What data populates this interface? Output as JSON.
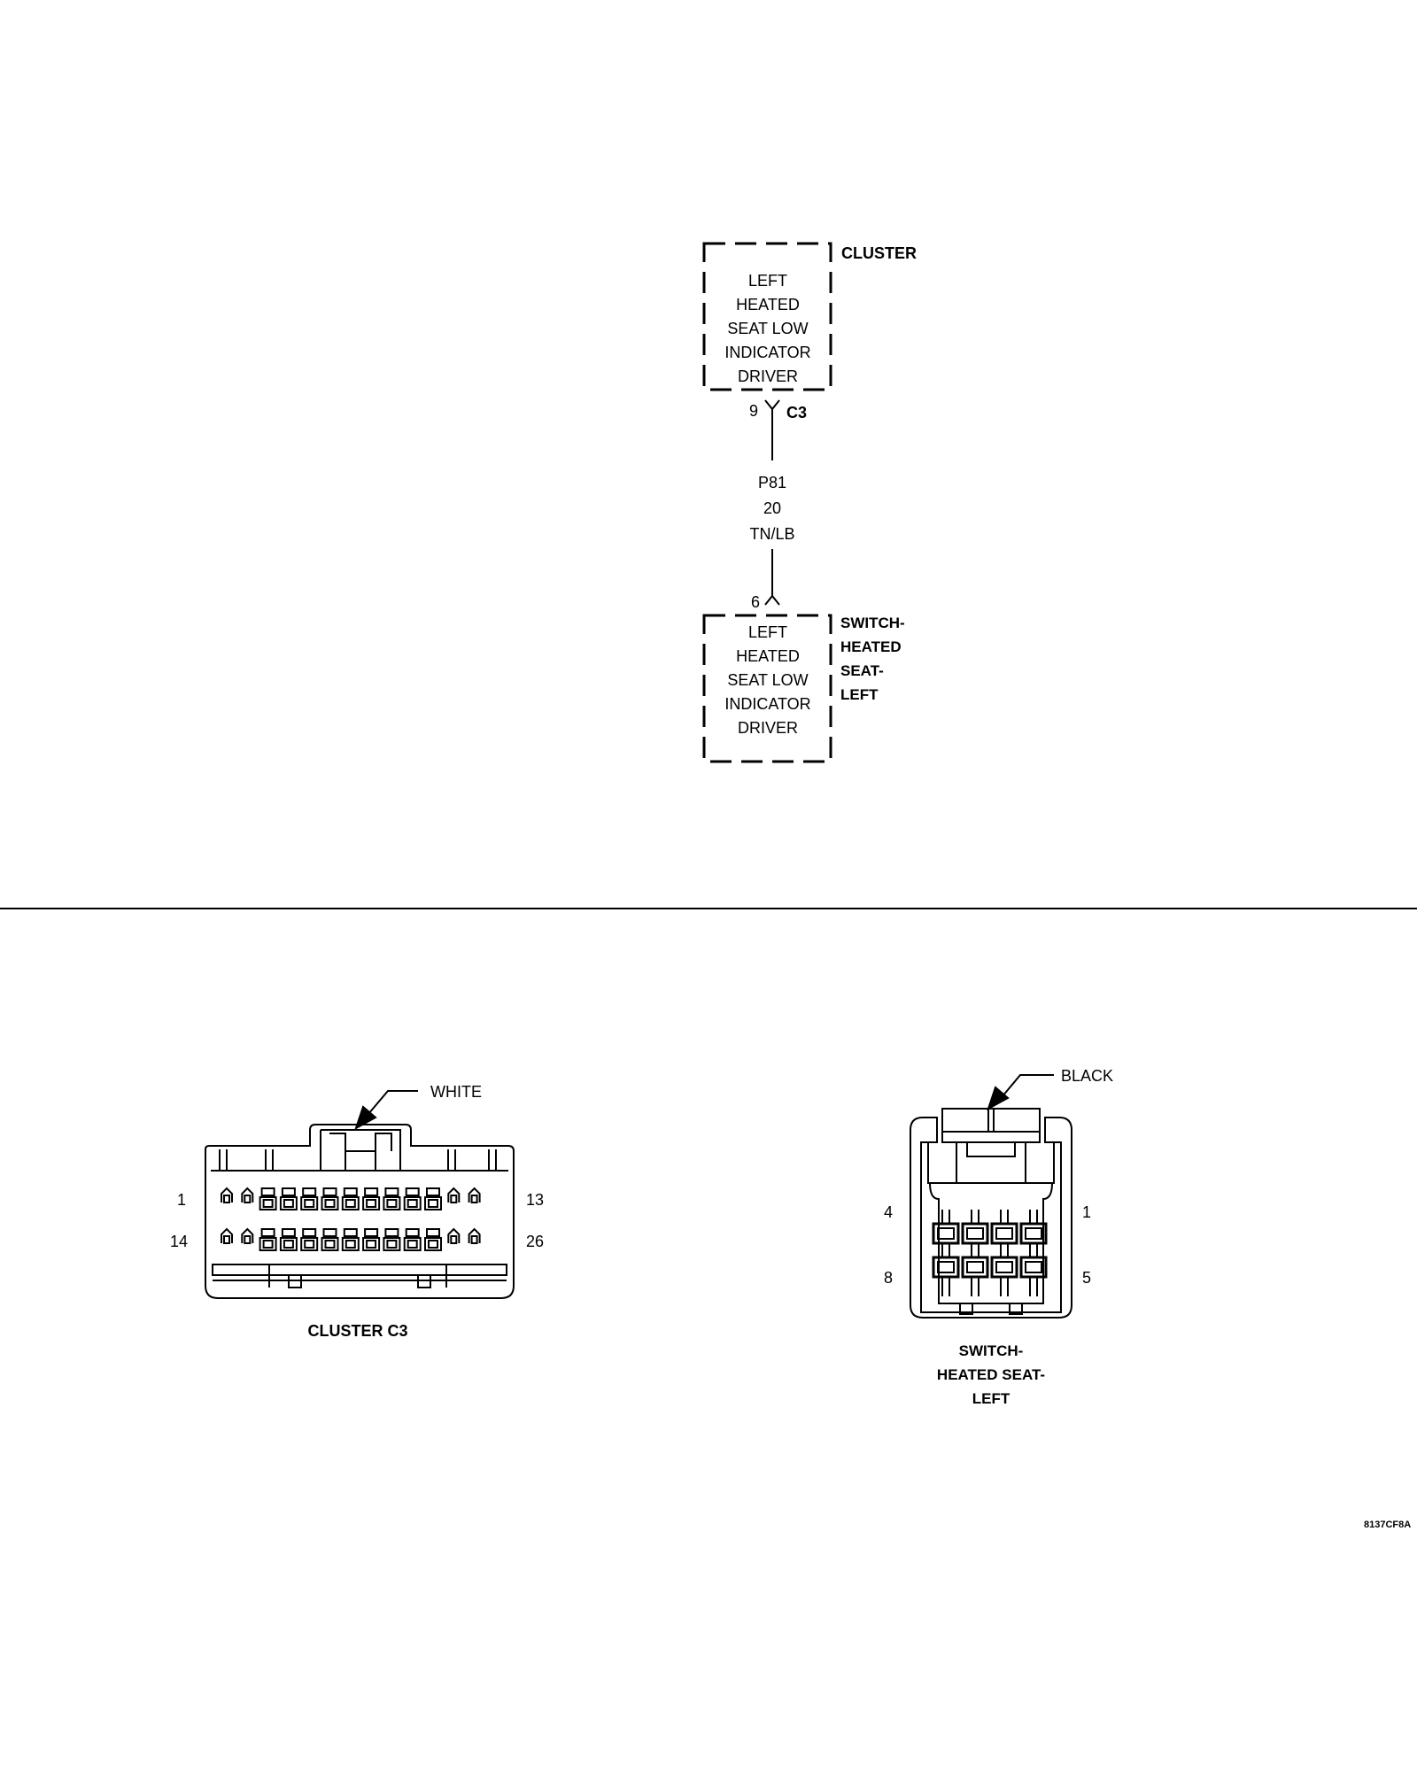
{
  "schematic": {
    "cluster_label": "CLUSTER",
    "cluster_function_lines": [
      "LEFT",
      "HEATED",
      "SEAT LOW",
      "INDICATOR",
      "DRIVER"
    ],
    "cluster_pin": "9",
    "cluster_connector": "C3",
    "wire_circuit": "P81",
    "wire_gauge": "20",
    "wire_color": "TN/LB",
    "switch_pin": "6",
    "switch_function_lines": [
      "LEFT",
      "HEATED",
      "SEAT LOW",
      "INDICATOR",
      "DRIVER"
    ],
    "switch_label_lines": [
      "SWITCH-",
      "HEATED",
      "SEAT-",
      "LEFT"
    ]
  },
  "cluster_connector_view": {
    "color_label": "WHITE",
    "pin_top_left": "1",
    "pin_top_right": "13",
    "pin_bottom_left": "14",
    "pin_bottom_right": "26",
    "caption": "CLUSTER C3"
  },
  "switch_connector_view": {
    "color_label": "BLACK",
    "pin_top_left": "4",
    "pin_top_right": "1",
    "pin_bottom_left": "8",
    "pin_bottom_right": "5",
    "caption_lines": [
      "SWITCH-",
      "HEATED SEAT-",
      "LEFT"
    ]
  },
  "figure_id": "8137CF8A"
}
